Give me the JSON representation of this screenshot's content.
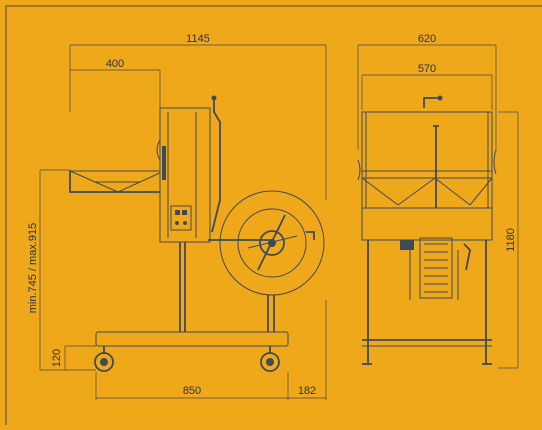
{
  "dimensions": {
    "overall_length": "1145",
    "hopper_length": "400",
    "overall_width": "620",
    "inner_width": "570",
    "height_range": "min.745 / max.915",
    "base_height": "120",
    "wheelbase": "850",
    "wheel_offset": "182",
    "overall_height": "1180"
  },
  "colors": {
    "background": "#EFA81A",
    "line": "#3f4a58"
  }
}
